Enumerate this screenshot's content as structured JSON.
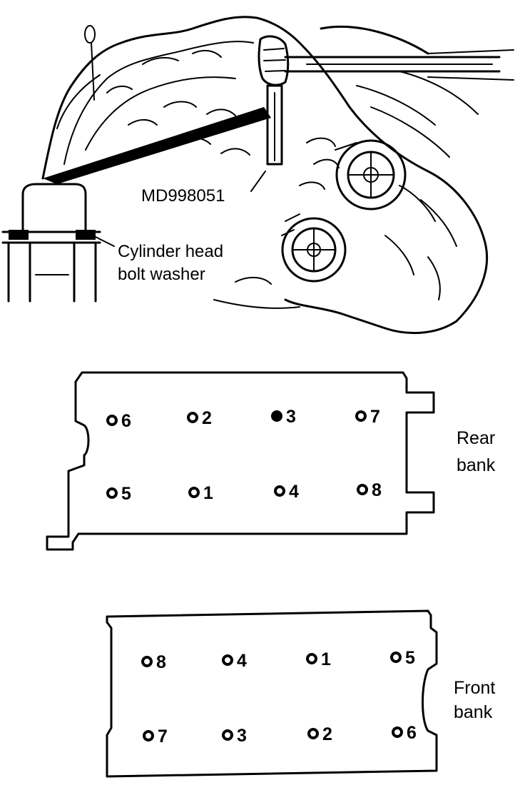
{
  "labels": {
    "tool": "MD998051",
    "washer_line1": "Cylinder head",
    "washer_line2": "bolt washer"
  },
  "rear_bank": {
    "label_line1": "Rear",
    "label_line2": "bank",
    "top_row": [
      "6",
      "2",
      "3",
      "7"
    ],
    "bottom_row": [
      "5",
      "1",
      "4",
      "8"
    ]
  },
  "front_bank": {
    "label_line1": "Front",
    "label_line2": "bank",
    "top_row": [
      "8",
      "4",
      "1",
      "5"
    ],
    "bottom_row": [
      "7",
      "3",
      "2",
      "6"
    ]
  }
}
